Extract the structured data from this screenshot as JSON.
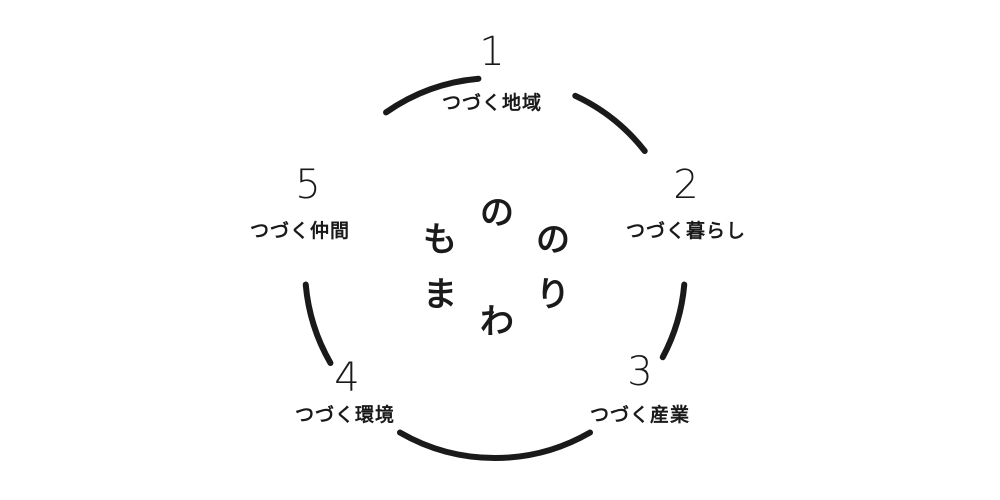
{
  "center_characters": [
    "も",
    "の",
    "の",
    "り",
    "わ",
    "ま"
  ],
  "items": [
    {
      "number": "1",
      "label": "つづく地域"
    },
    {
      "number": "2",
      "label": "つづく暮らし"
    },
    {
      "number": "3",
      "label": "つづく産業"
    },
    {
      "number": "4",
      "label": "つづく環境"
    },
    {
      "number": "5",
      "label": "つづく仲間"
    }
  ],
  "colors": {
    "ink": "#1a1a1a",
    "background": "#ffffff"
  }
}
